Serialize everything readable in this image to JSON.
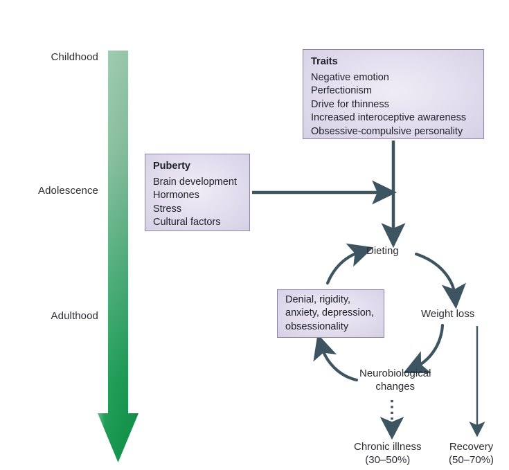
{
  "timeline": {
    "name": "life-stage-axis",
    "direction": "downward",
    "gradient_top": "#8cc4a2",
    "gradient_bottom": "#139a4e",
    "stages": [
      {
        "label": "Childhood"
      },
      {
        "label": "Adolescence"
      },
      {
        "label": "Adulthood"
      }
    ]
  },
  "accent_colors": {
    "arrow": "#3d5461",
    "box_border": "#8d85a3",
    "box_fill": "#ded9ec",
    "text": "#2b2b33"
  },
  "boxes": {
    "traits": {
      "title": "Traits",
      "lines": [
        "Negative emotion",
        "Perfectionism",
        "Drive for thinness",
        "Increased interoceptive awareness",
        "Obsessive-compulsive personality"
      ]
    },
    "puberty": {
      "title": "Puberty",
      "lines": [
        "Brain development",
        "Hormones",
        "Stress",
        "Cultural factors"
      ]
    },
    "denial": {
      "title": "",
      "lines": [
        "Denial, rigidity,",
        "anxiety, depression,",
        "obsessionality"
      ]
    }
  },
  "nodes": {
    "dieting": {
      "label": "Dieting"
    },
    "weight_loss": {
      "label": "Weight loss"
    },
    "neurobiological": {
      "line1": "Neurobiological",
      "line2": "changes"
    },
    "chronic_illness": {
      "line1": "Chronic illness",
      "line2": "(30–50%)"
    },
    "recovery": {
      "line1": "Recovery",
      "line2": "(50–70%)"
    }
  },
  "arrows": [
    {
      "name": "traits-to-dieting",
      "style": "solid-thick",
      "from": "traits",
      "to": "dieting"
    },
    {
      "name": "puberty-to-main-path",
      "style": "solid-thick",
      "from": "puberty",
      "to": "traits-to-dieting"
    },
    {
      "name": "dieting-to-weight-loss",
      "style": "curved",
      "from": "dieting",
      "to": "weight_loss"
    },
    {
      "name": "weight-loss-to-neurobiological",
      "style": "curved",
      "from": "weight_loss",
      "to": "neurobiological"
    },
    {
      "name": "neurobiological-to-denial",
      "style": "curved",
      "from": "neurobiological",
      "to": "denial"
    },
    {
      "name": "denial-to-dieting",
      "style": "curved",
      "from": "denial",
      "to": "dieting"
    },
    {
      "name": "neurobiological-to-chronic-illness",
      "style": "dotted",
      "from": "neurobiological",
      "to": "chronic_illness"
    },
    {
      "name": "weight-loss-to-recovery",
      "style": "solid-thin",
      "from": "weight_loss",
      "to": "recovery"
    }
  ]
}
